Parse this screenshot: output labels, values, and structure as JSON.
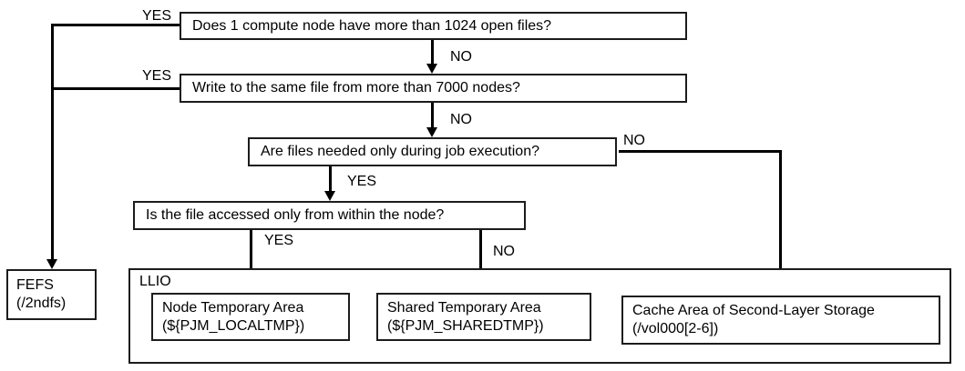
{
  "diagram": {
    "questions": {
      "open_files": "Does 1 compute node have more than 1024 open files?",
      "same_file": "Write to the same file from more than 7000 nodes?",
      "job_execution": "Are files needed only during job execution?",
      "within_node": "Is the file accessed only from within the node?"
    },
    "answers": {
      "yes": "YES",
      "no": "NO"
    },
    "destinations": {
      "fefs": {
        "name": "FEFS",
        "path": "(/2ndfs)"
      },
      "llio_label": "LLIO",
      "node_temporary": {
        "name": "Node Temporary Area",
        "path": "(${PJM_LOCALTMP})"
      },
      "shared_temporary": {
        "name": "Shared Temporary Area",
        "path": "(${PJM_SHAREDTMP})"
      },
      "cache_area": {
        "name": "Cache Area of Second-Layer Storage",
        "path": "(/vol000[2-6])"
      }
    },
    "colors": {
      "line": "#000000",
      "border": "#1c1c1c",
      "background": "#ffffff",
      "text": "#000000"
    }
  }
}
